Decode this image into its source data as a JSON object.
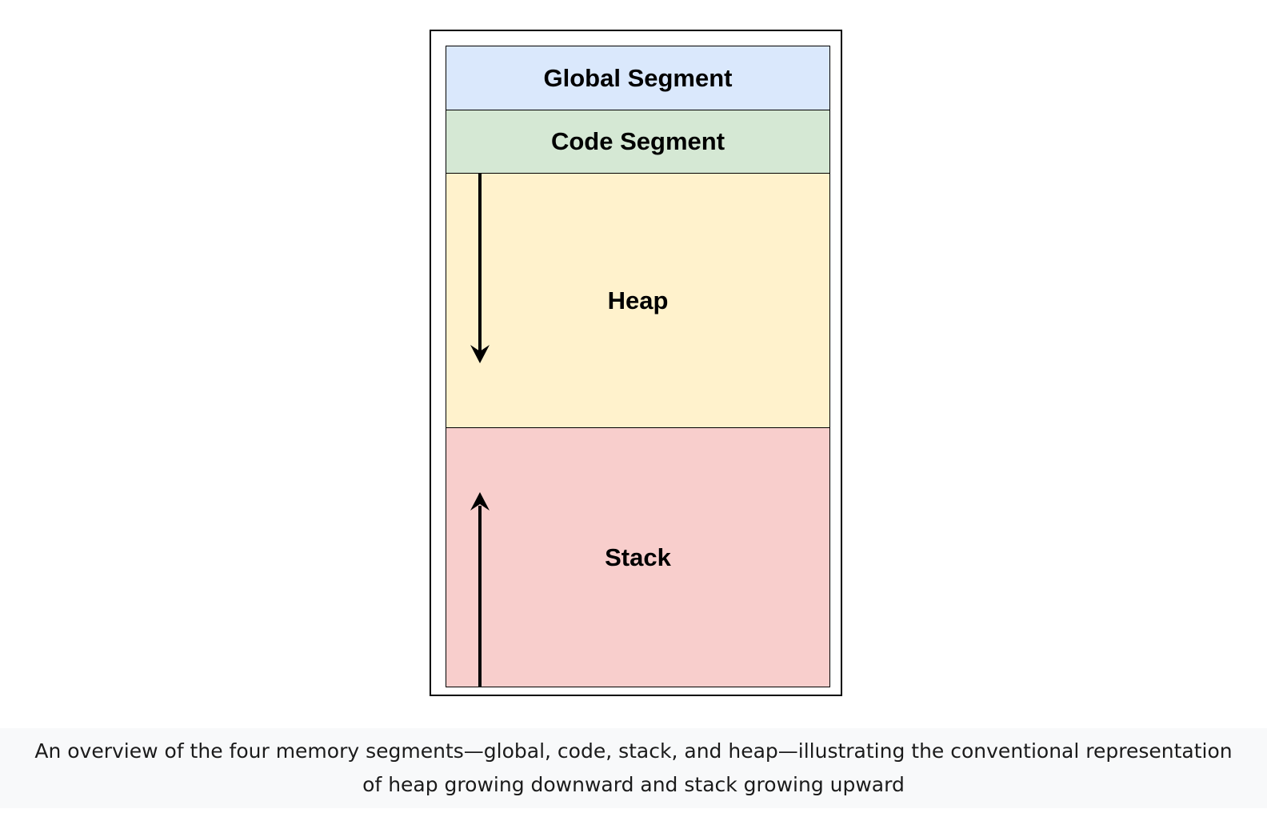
{
  "diagram": {
    "segments": {
      "global": {
        "label": "Global Segment",
        "color": "#dae8fc"
      },
      "code": {
        "label": "Code Segment",
        "color": "#d5e8d4"
      },
      "heap": {
        "label": "Heap",
        "color": "#fff2cc"
      },
      "stack": {
        "label": "Stack",
        "color": "#f8cecc"
      }
    },
    "heap_growth": "down",
    "stack_growth": "up"
  },
  "caption": {
    "text": "An overview of the four memory segments—global, code, stack, and heap—illustrating the conventional representation of heap growing downward and stack growing upward"
  }
}
